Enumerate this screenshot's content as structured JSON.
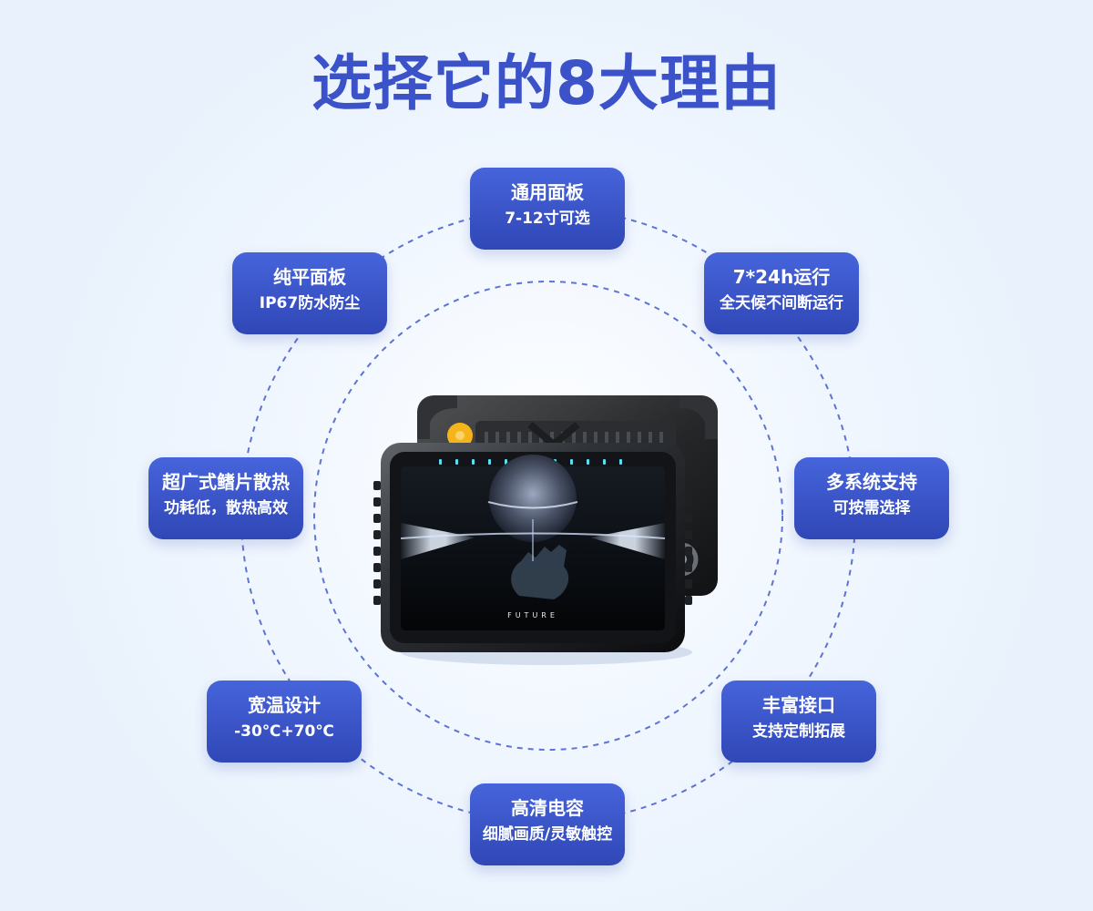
{
  "page": {
    "title": "选择它的8大理由"
  },
  "features": [
    {
      "title": "通用面板",
      "subtitle": "7-12寸可选"
    },
    {
      "title": "纯平面板",
      "subtitle": "IP67防水防尘"
    },
    {
      "title": "7*24h运行",
      "subtitle": "全天候不间断运行"
    },
    {
      "title": "超广式鳍片散热",
      "subtitle": "功耗低，散热高效"
    },
    {
      "title": "多系统支持",
      "subtitle": "可按需选择"
    },
    {
      "title": "宽温设计",
      "subtitle": "-30℃+70℃"
    },
    {
      "title": "丰富接口",
      "subtitle": "支持定制拓展"
    },
    {
      "title": "高清电容",
      "subtitle": "细腻画质/灵敏触控"
    }
  ],
  "device": {
    "screen_text": "FUTURE"
  },
  "colors": {
    "title": "#3c52c8",
    "card": "#3a52c8",
    "ring": "#5d74d3",
    "background": "#ecf3fc"
  },
  "icons": {
    "product": "rugged-tablet-icon",
    "port": "round-port-icon",
    "button": "yellow-button-icon"
  }
}
